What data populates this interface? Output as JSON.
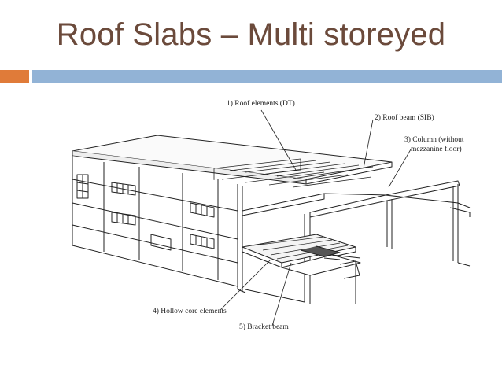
{
  "slide": {
    "title": "Roof Slabs – Multi storeyed"
  },
  "figure": {
    "labels": {
      "roof_elements": "1) Roof elements (DT)",
      "roof_beam": "2) Roof beam (SIB)",
      "column_line1": "3) Column (without",
      "column_line2": "mezzanine floor)",
      "hollow_core": "4) Hollow core elements",
      "bracket_beam": "5) Bracket beam"
    }
  },
  "colors": {
    "title": "#6b4a3b",
    "accent_orange": "#e07b39",
    "accent_blue": "#92b3d6"
  }
}
